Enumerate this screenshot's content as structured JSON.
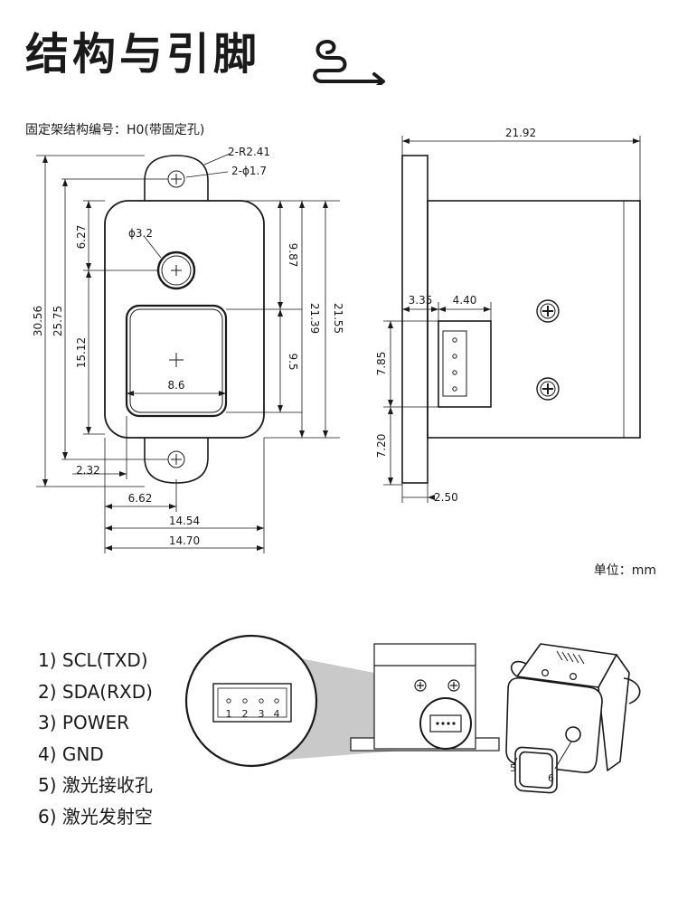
{
  "header": {
    "title": "结构与引脚",
    "subtitle": "固定架结构编号：H0(带固定孔)",
    "unit": "单位：mm"
  },
  "front_view": {
    "corner_radius_label": "2-R2.41",
    "hole_label": "2-ϕ1.7",
    "lens_label": "ϕ3.2",
    "dims": {
      "overall_height": "30.56",
      "hole_span": "25.75",
      "top_to_lens": "6.27",
      "lens_to_bottom": "15.12",
      "right_9_87": "9.87",
      "right_9_5": "9.5",
      "right_21_39": "21.39",
      "right_21_55": "21.55",
      "window_width": "8.6",
      "left_offset": "2.32",
      "center_offset": "6.62",
      "inner_width": "14.54",
      "outer_width": "14.70"
    }
  },
  "side_view": {
    "dims": {
      "depth": "21.92",
      "connector_x": "3.35",
      "connector_w": "4.40",
      "connector_h": "7.85",
      "lower_h": "7.20",
      "flange": "2.50"
    }
  },
  "pins": {
    "legend": [
      "1) SCL(TXD)",
      "2) SDA(RXD)",
      "3) POWER",
      "4) GND",
      "5) 激光接收孔",
      "6) 激光发射空"
    ],
    "connector_numbers": [
      "1",
      "2",
      "3",
      "4"
    ],
    "callout_5": "5",
    "callout_6": "6"
  }
}
